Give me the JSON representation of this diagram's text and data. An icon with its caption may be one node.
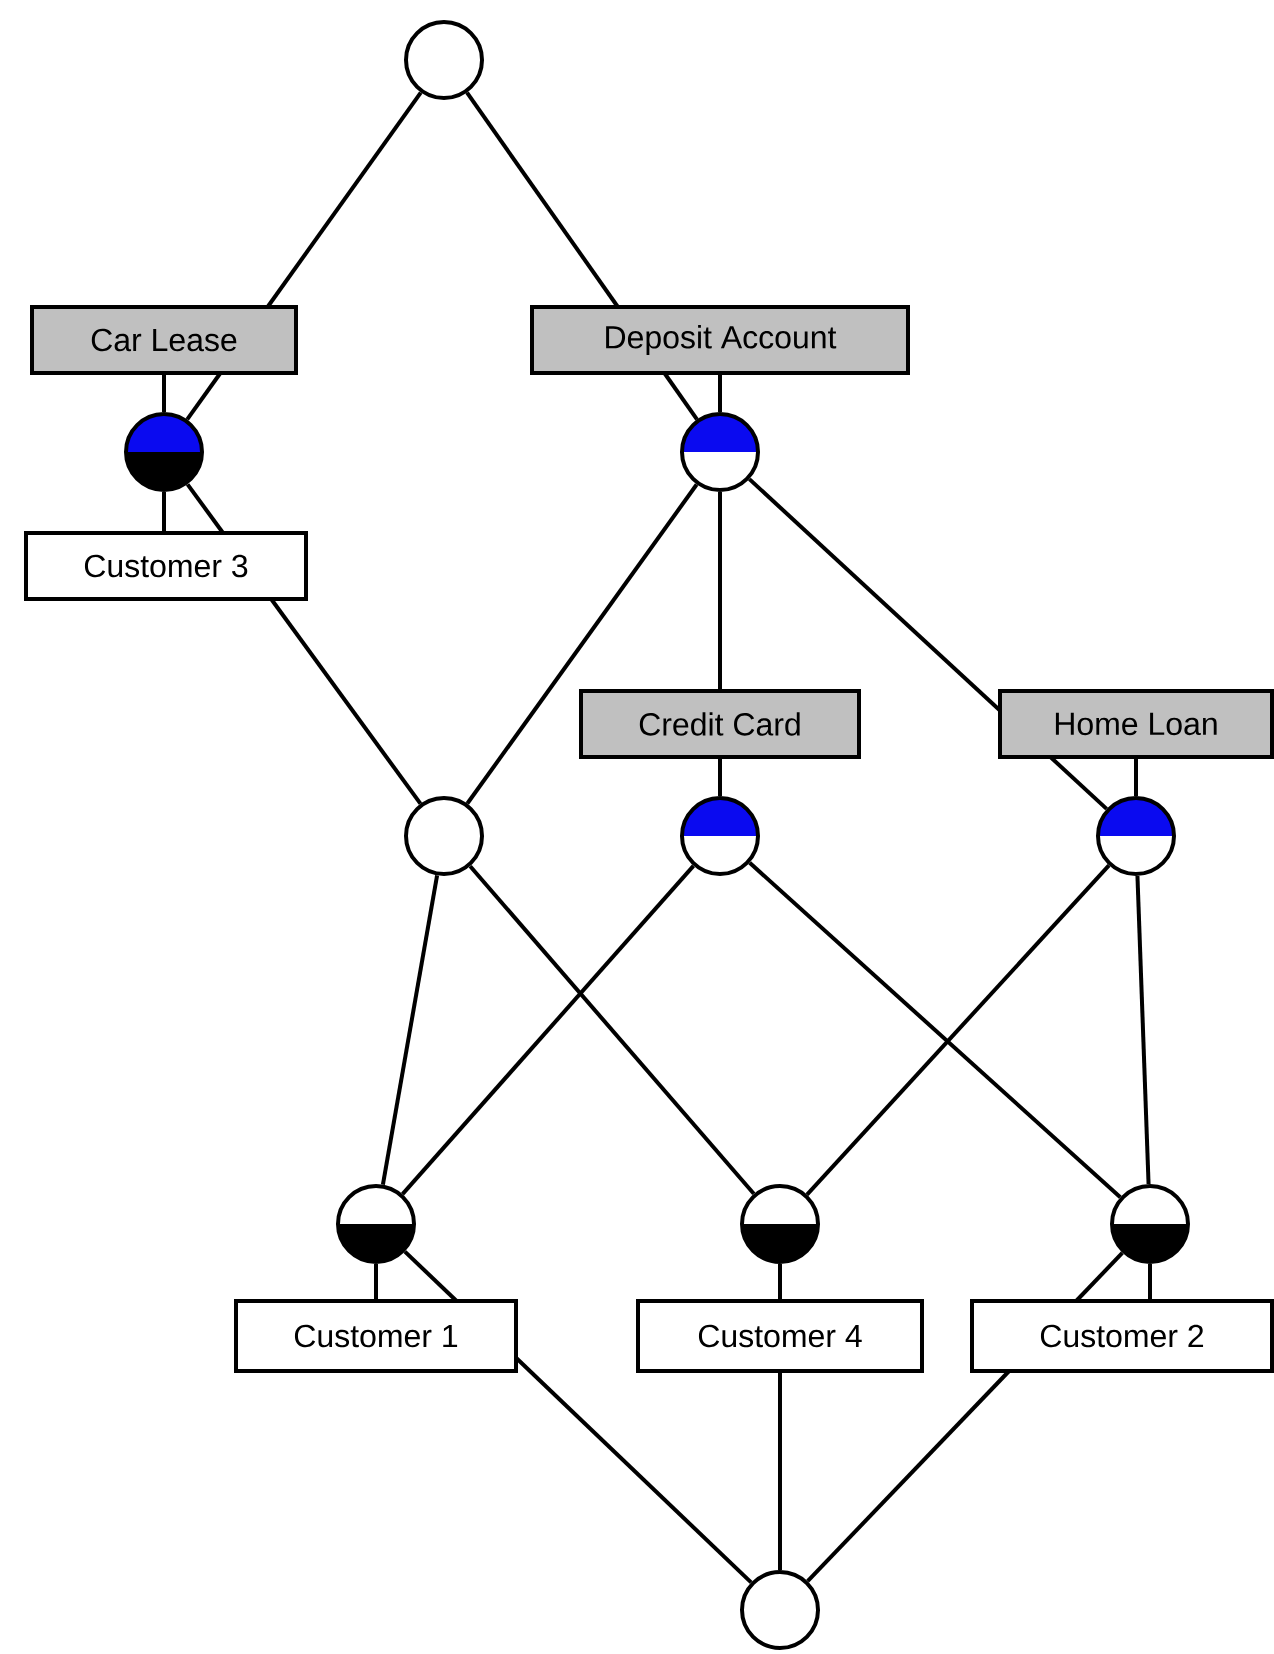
{
  "diagram": {
    "nodes": [
      {
        "text": [],
        "shape": "circle"
      },
      {
        "text": [
          "Car Lease"
        ]
      },
      {
        "text": [
          "Deposit Account"
        ]
      },
      {
        "text": [],
        "shape": "circle"
      },
      {
        "text": [],
        "shape": "circle"
      },
      {
        "text": [
          "Customer 3"
        ]
      },
      {
        "text": [
          "Credit Card"
        ]
      },
      {
        "text": [
          "Home Loan"
        ]
      },
      {
        "text": [],
        "shape": "circle"
      },
      {
        "text": [],
        "shape": "circle"
      },
      {
        "text": [],
        "shape": "circle"
      },
      {
        "text": [],
        "shape": "circle"
      },
      {
        "text": [],
        "shape": "circle"
      },
      {
        "text": [],
        "shape": "circle"
      },
      {
        "text": [
          "Customer 1"
        ]
      },
      {
        "text": [
          "Customer 4"
        ]
      },
      {
        "text": [
          "Customer 2"
        ]
      },
      {
        "text": [],
        "shape": "circle"
      }
    ],
    "edges": [
      {
        "from": 0,
        "to": 1,
        "arrow": "none"
      },
      {
        "from": 1,
        "to": 3,
        "arrow": "none"
      },
      {
        "from": 1,
        "to": 3,
        "arrow": "none"
      },
      {
        "from": 0,
        "to": 2,
        "arrow": "none"
      },
      {
        "from": 2,
        "to": 4,
        "arrow": "none"
      },
      {
        "from": 2,
        "to": 4,
        "arrow": "none"
      },
      {
        "from": 3,
        "to": 5,
        "arrow": "none"
      },
      {
        "from": 3,
        "to": 5,
        "arrow": "none"
      },
      {
        "from": 5,
        "to": 8,
        "arrow": "none"
      },
      {
        "from": 4,
        "to": 8,
        "arrow": "none"
      },
      {
        "from": 4,
        "to": 6,
        "arrow": "none"
      },
      {
        "from": 6,
        "to": 9,
        "arrow": "none"
      },
      {
        "from": 4,
        "to": 7,
        "arrow": "none"
      },
      {
        "from": 7,
        "to": 10,
        "arrow": "none"
      },
      {
        "from": 7,
        "to": 10,
        "arrow": "none"
      },
      {
        "from": 8,
        "to": 11,
        "arrow": "none"
      },
      {
        "from": 8,
        "to": 12,
        "arrow": "none"
      },
      {
        "from": 9,
        "to": 11,
        "arrow": "none"
      },
      {
        "from": 9,
        "to": 13,
        "arrow": "none"
      },
      {
        "from": 10,
        "to": 12,
        "arrow": "none"
      },
      {
        "from": 10,
        "to": 13,
        "arrow": "none"
      },
      {
        "from": 11,
        "to": 14,
        "arrow": "none"
      },
      {
        "from": 11,
        "to": 14,
        "arrow": "none"
      },
      {
        "from": 12,
        "to": 15,
        "arrow": "none"
      },
      {
        "from": 13,
        "to": 16,
        "arrow": "none"
      },
      {
        "from": 13,
        "to": 16,
        "arrow": "none"
      },
      {
        "from": 14,
        "to": 17,
        "arrow": "none"
      },
      {
        "from": 15,
        "to": 17,
        "arrow": "none"
      },
      {
        "from": 16,
        "to": 17,
        "arrow": "none"
      }
    ]
  }
}
